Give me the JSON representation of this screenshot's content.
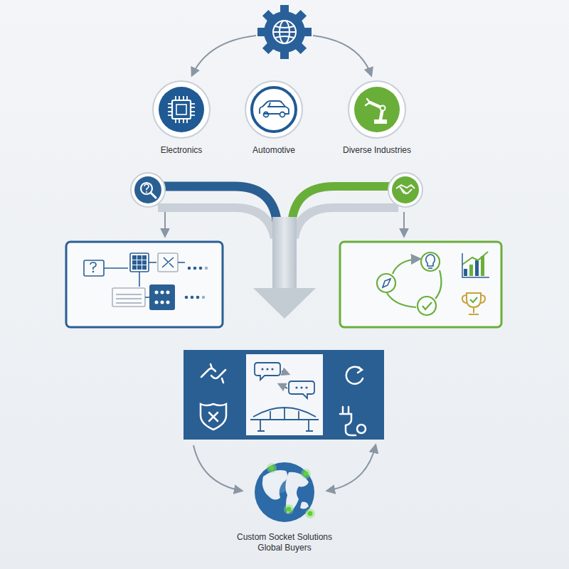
{
  "diagram": {
    "nodes": [
      {
        "text": [
          "Electronics"
        ]
      },
      {
        "text": [
          "Automotive"
        ]
      },
      {
        "text": [
          "Diverse Industries"
        ]
      },
      {
        "text": [
          "Custom Socket Solutions",
          "Global Buyers"
        ]
      }
    ]
  }
}
